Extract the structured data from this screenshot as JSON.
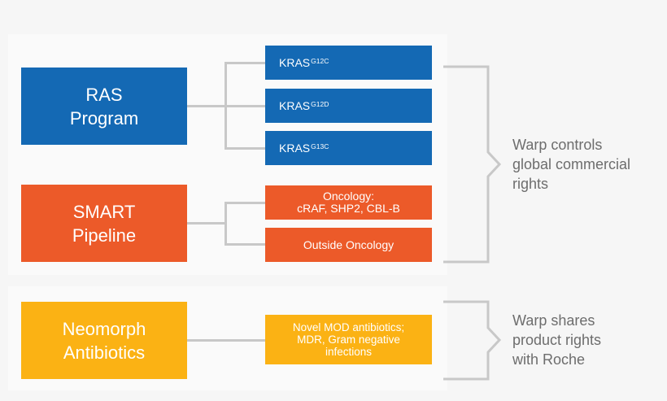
{
  "programs": {
    "ras": {
      "line1": "RAS",
      "line2": "Program",
      "color": "#1469b4"
    },
    "smart": {
      "line1": "SMART",
      "line2": "Pipeline",
      "color": "#ec5a29"
    },
    "neomorph": {
      "line1": "Neomorph",
      "line2": "Antibiotics",
      "color": "#fbb214"
    }
  },
  "targets": {
    "kras_g12c": {
      "base": "KRAS",
      "sup": "G12C"
    },
    "kras_g12d": {
      "base": "KRAS",
      "sup": "G12D"
    },
    "kras_g13c": {
      "base": "KRAS",
      "sup": "G13C"
    },
    "oncology": {
      "line1": "Oncology:",
      "line2": "cRAF, SHP2, CBL-B"
    },
    "outside_oncology": {
      "label": "Outside Oncology"
    },
    "novel_mod": {
      "line1": "Novel MOD antibiotics;",
      "line2": "MDR, Gram negative",
      "line3": "infections"
    }
  },
  "notes": {
    "top": {
      "line1": "Warp controls",
      "line2": "global commercial",
      "line3": "rights"
    },
    "bottom": {
      "line1": "Warp shares",
      "line2": "product rights",
      "line3": "with Roche"
    }
  },
  "colors": {
    "connector": "#c8c8c8",
    "note_text": "#6d6d6d"
  }
}
